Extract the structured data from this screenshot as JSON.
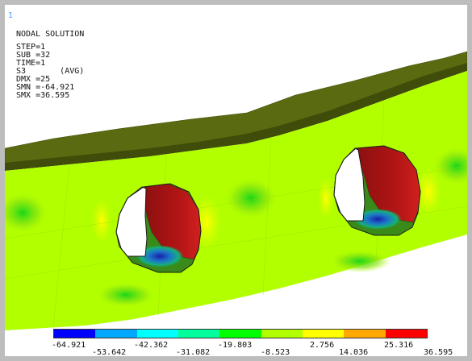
{
  "window_number": "1",
  "info": {
    "title": "NODAL SOLUTION",
    "step": "STEP=1",
    "sub": "SUB =32",
    "time": "TIME=1",
    "item": "S3       (AVG)",
    "dmx": "DMX =25",
    "smn": "SMN =-64.921",
    "smx": "SMX =36.595"
  },
  "legend": {
    "colors": [
      "#0000ff",
      "#00a8ff",
      "#00ffff",
      "#00ff9c",
      "#00ff00",
      "#b2ff00",
      "#ffff00",
      "#ffa800",
      "#ff0000"
    ],
    "labels_top": [
      "-64.921",
      "-42.362",
      "-19.803",
      "2.756",
      "25.316"
    ],
    "labels_bottom": [
      "-53.642",
      "-31.082",
      "-8.523",
      "14.036",
      "36.595"
    ]
  }
}
